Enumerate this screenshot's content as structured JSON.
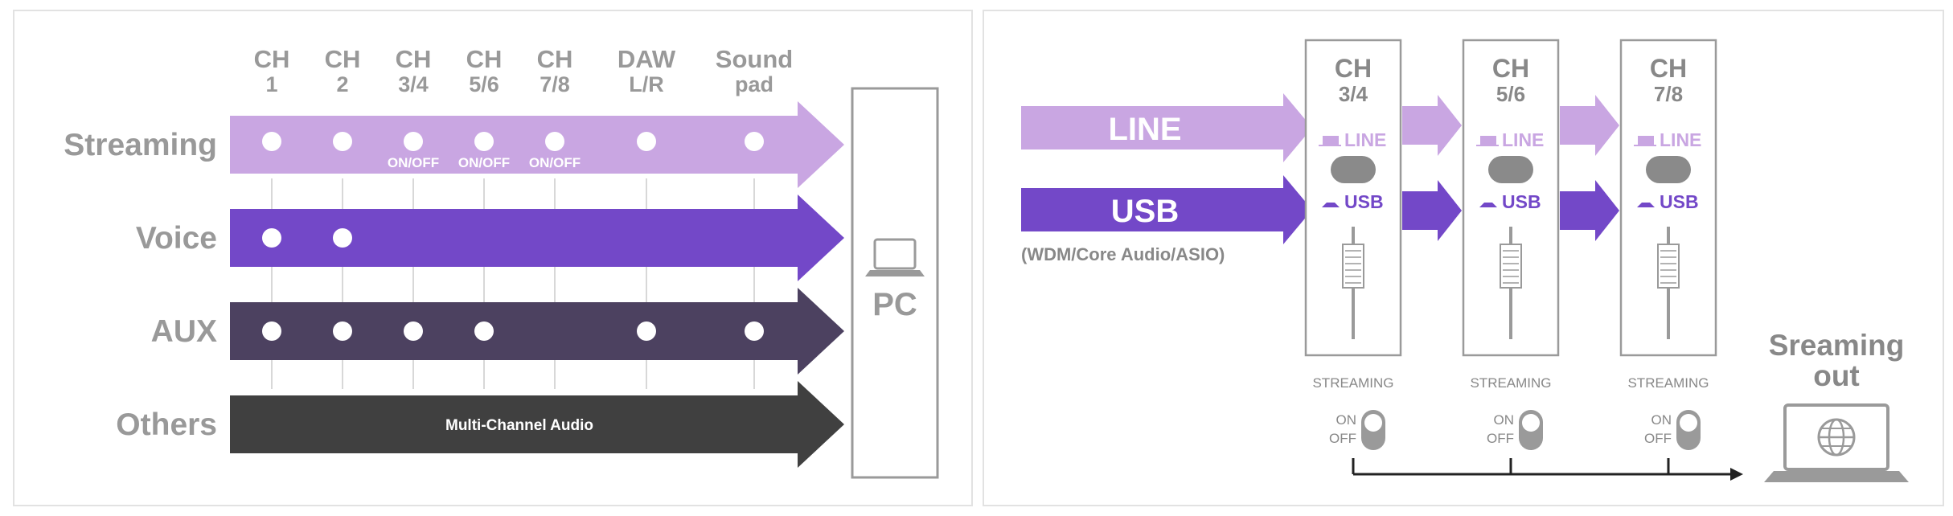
{
  "left": {
    "columns": [
      {
        "line1": "CH",
        "line2": "1"
      },
      {
        "line1": "CH",
        "line2": "2"
      },
      {
        "line1": "CH",
        "line2": "3/4"
      },
      {
        "line1": "CH",
        "line2": "5/6"
      },
      {
        "line1": "CH",
        "line2": "7/8"
      },
      {
        "line1": "DAW",
        "line2": "L/R"
      },
      {
        "line1": "Sound",
        "line2": "pad"
      }
    ],
    "rows": [
      {
        "label": "Streaming",
        "color": "#c9a6e2",
        "dots": [
          true,
          true,
          true,
          true,
          true,
          true,
          true
        ],
        "onoff": [
          false,
          false,
          true,
          true,
          true,
          false,
          false
        ]
      },
      {
        "label": "Voice",
        "color": "#7348c8",
        "dots": [
          true,
          true,
          false,
          false,
          false,
          false,
          false
        ],
        "onoff": [
          false,
          false,
          false,
          false,
          false,
          false,
          false
        ]
      },
      {
        "label": "AUX",
        "color": "#4c4160",
        "dots": [
          true,
          true,
          true,
          true,
          false,
          true,
          true
        ],
        "onoff": [
          false,
          false,
          false,
          false,
          false,
          false,
          false
        ]
      },
      {
        "label": "Others",
        "color": "#404040",
        "dots": [
          false,
          false,
          false,
          false,
          false,
          false,
          false
        ],
        "onoff": [
          false,
          false,
          false,
          false,
          false,
          false,
          false
        ]
      }
    ],
    "onoff_label": "ON/OFF",
    "others_banner": "Multi-Channel Audio",
    "pc_label": "PC",
    "pc_icon": "laptop-icon"
  },
  "right": {
    "line_label": "LINE",
    "usb_label": "USB",
    "usb_sub": "(WDM/Core Audio/ASIO)",
    "channels": [
      {
        "line1": "CH",
        "line2": "3/4"
      },
      {
        "line1": "CH",
        "line2": "5/6"
      },
      {
        "line1": "CH",
        "line2": "7/8"
      }
    ],
    "switch_line_label": "LINE",
    "switch_usb_label": "USB",
    "streaming_label": "STREAMING",
    "on_label": "ON",
    "off_label": "OFF",
    "out_title_line1": "Sreaming",
    "out_title_line2": "out",
    "out_icon": "laptop-globe-icon",
    "colors": {
      "line": "#c9a6e2",
      "usb": "#7348c8",
      "gray": "#888888"
    }
  }
}
